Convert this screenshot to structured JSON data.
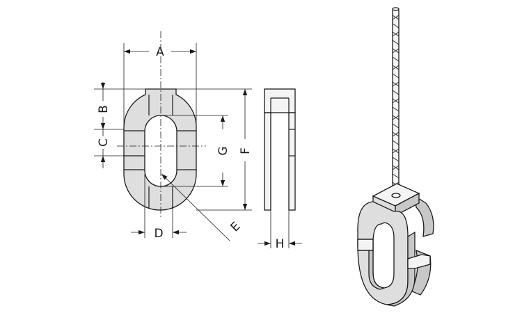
{
  "labels": {
    "A": "A",
    "B": "B",
    "C": "C",
    "D": "D",
    "E": "E",
    "F": "F",
    "G": "G",
    "H": "H"
  }
}
